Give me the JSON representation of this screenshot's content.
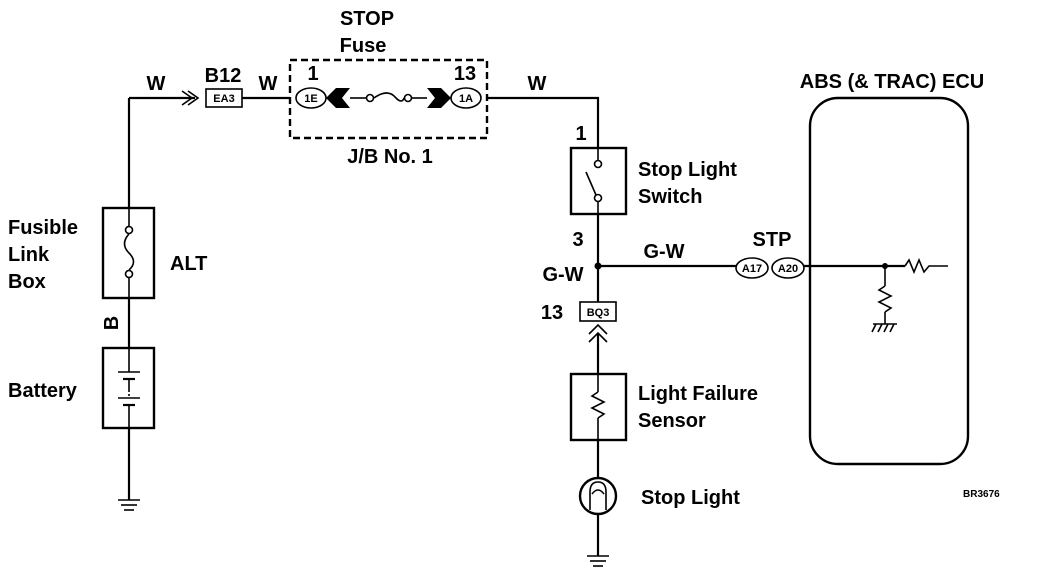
{
  "diagram": {
    "fuse": {
      "title_line1": "STOP",
      "title_line2": "Fuse",
      "pin_left": "1",
      "pin_right": "13",
      "conn_left": "1E",
      "conn_right": "1A",
      "block": "J/B No. 1"
    },
    "wires": {
      "w1": "W",
      "w2": "W",
      "w3": "W",
      "gw_top": "G-W",
      "gw_left": "G-W",
      "b": "B"
    },
    "connector_b12": {
      "label": "B12",
      "code": "EA3"
    },
    "fusible_link_box": {
      "line1": "Fusible",
      "line2": "Link",
      "line3": "Box",
      "alt": "ALT"
    },
    "battery": {
      "label": "Battery"
    },
    "stop_light_switch": {
      "pin_top": "1",
      "pin_bottom": "3",
      "line1": "Stop Light",
      "line2": "Switch"
    },
    "connector_bq3": {
      "pin": "13",
      "code": "BQ3"
    },
    "light_failure_sensor": {
      "line1": "Light Failure",
      "line2": "Sensor"
    },
    "stop_light": {
      "label": "Stop Light"
    },
    "ecu": {
      "title": "ABS (& TRAC) ECU",
      "terminal": "STP",
      "conn_a": "A17",
      "conn_b": "A20"
    },
    "figure_code": "BR3676"
  }
}
